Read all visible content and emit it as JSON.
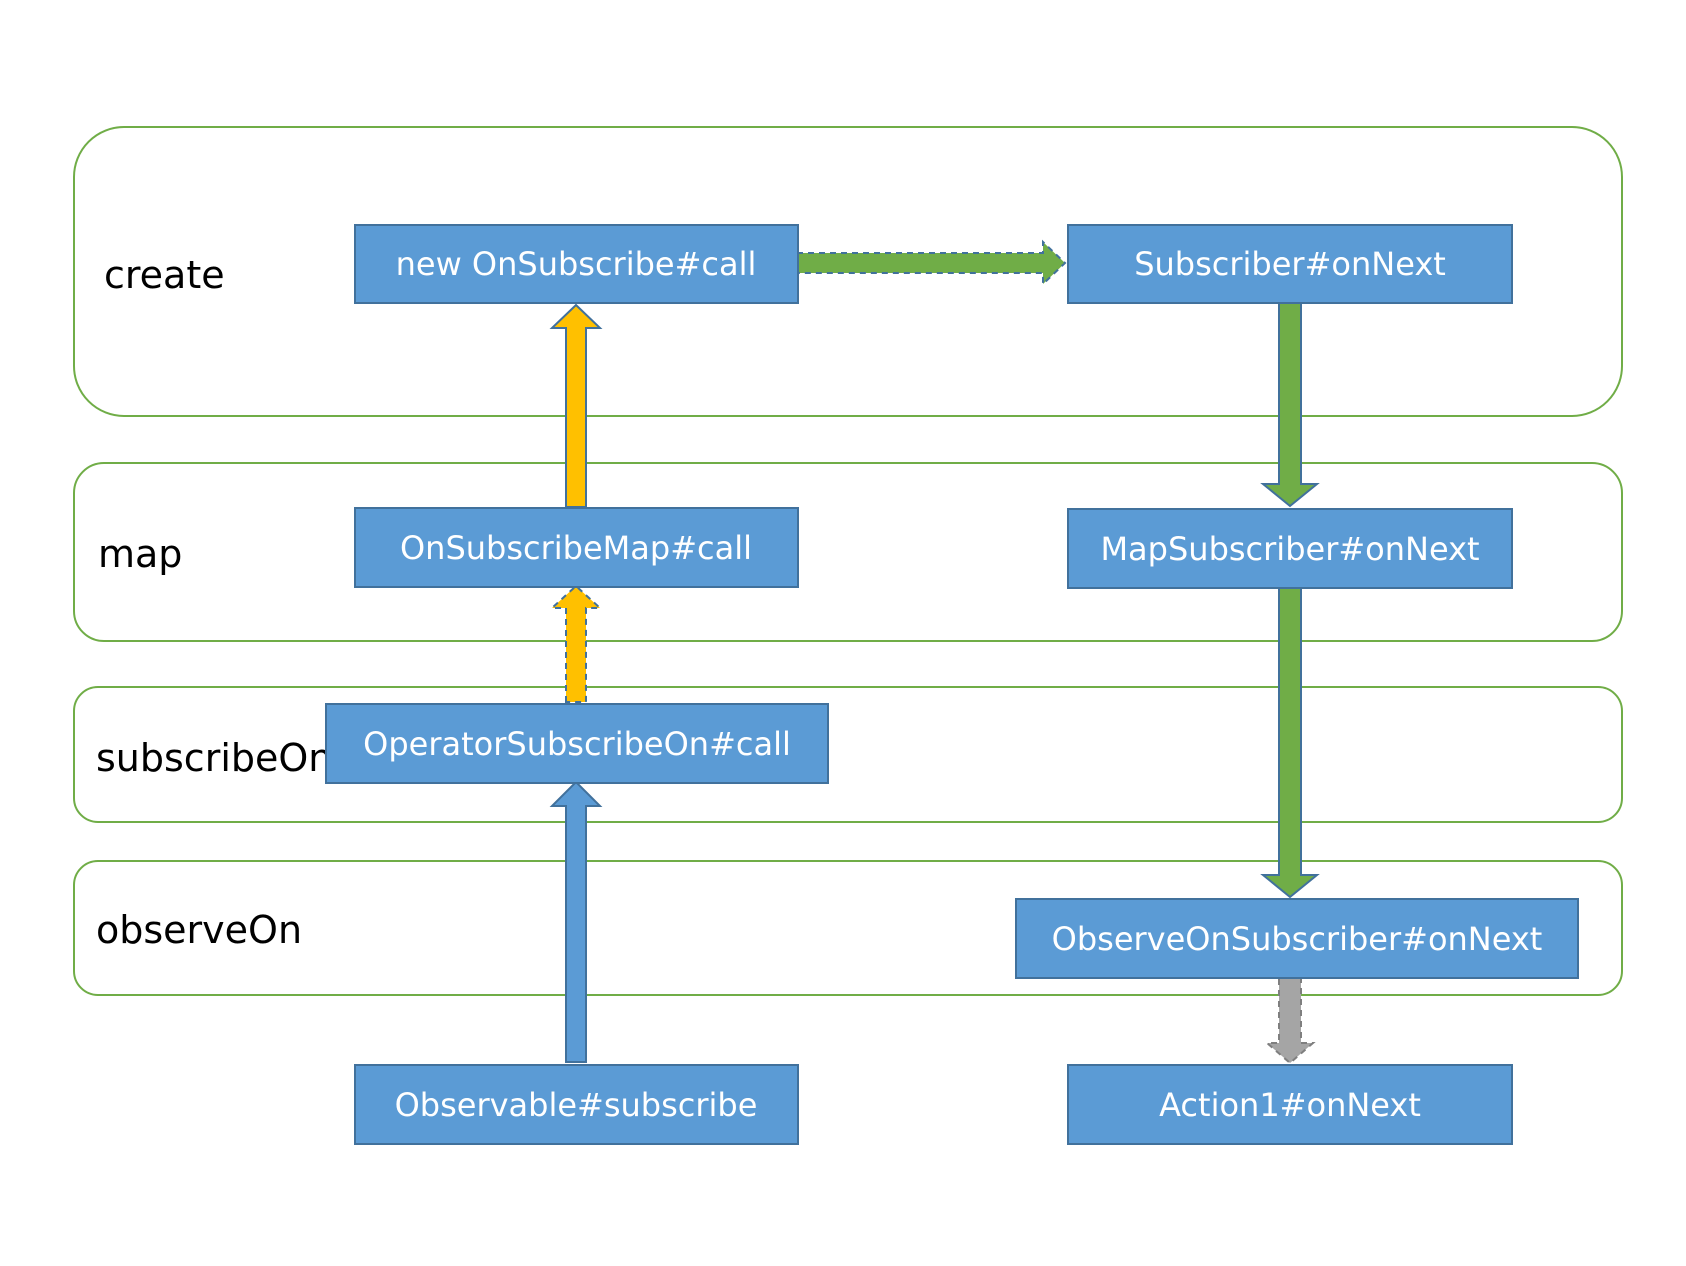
{
  "lanes": [
    {
      "id": "create",
      "label": "create"
    },
    {
      "id": "map",
      "label": "map"
    },
    {
      "id": "subscribeOn",
      "label": "subscribeOn"
    },
    {
      "id": "observeOn",
      "label": "observeOn"
    }
  ],
  "nodes": {
    "onsubscribe_call": "new OnSubscribe#call",
    "subscriber_onnext": "Subscriber#onNext",
    "onsubscribemap_call": "OnSubscribeMap#call",
    "mapsubscriber_onnext": "MapSubscriber#onNext",
    "operatorsubscribeon_call": "OperatorSubscribeOn#call",
    "observeonsubscriber_onnext": "ObserveOnSubscriber#onNext",
    "observable_subscribe": "Observable#subscribe",
    "action1_onnext": "Action1#onNext"
  },
  "edges": [
    {
      "from": "observable_subscribe",
      "to": "operatorsubscribeon_call",
      "color": "#5b9bd5",
      "style": "solid"
    },
    {
      "from": "operatorsubscribeon_call",
      "to": "onsubscribemap_call",
      "color": "#ffc000",
      "style": "dashed"
    },
    {
      "from": "onsubscribemap_call",
      "to": "onsubscribe_call",
      "color": "#ffc000",
      "style": "solid"
    },
    {
      "from": "onsubscribe_call",
      "to": "subscriber_onnext",
      "color": "#70ad47",
      "style": "dashed"
    },
    {
      "from": "subscriber_onnext",
      "to": "mapsubscriber_onnext",
      "color": "#70ad47",
      "style": "solid"
    },
    {
      "from": "mapsubscriber_onnext",
      "to": "observeonsubscriber_onnext",
      "color": "#70ad47",
      "style": "solid"
    },
    {
      "from": "observeonsubscriber_onnext",
      "to": "action1_onnext",
      "color": "#a5a5a5",
      "style": "dashed"
    }
  ],
  "colors": {
    "lane_border": "#70ad47",
    "node_fill": "#5b9bd5",
    "node_border": "#41719c",
    "node_text": "#ffffff",
    "call_arrow": "#ffc000",
    "subscribe_arrow": "#5b9bd5",
    "emit_arrow": "#70ad47",
    "final_arrow": "#a5a5a5"
  }
}
